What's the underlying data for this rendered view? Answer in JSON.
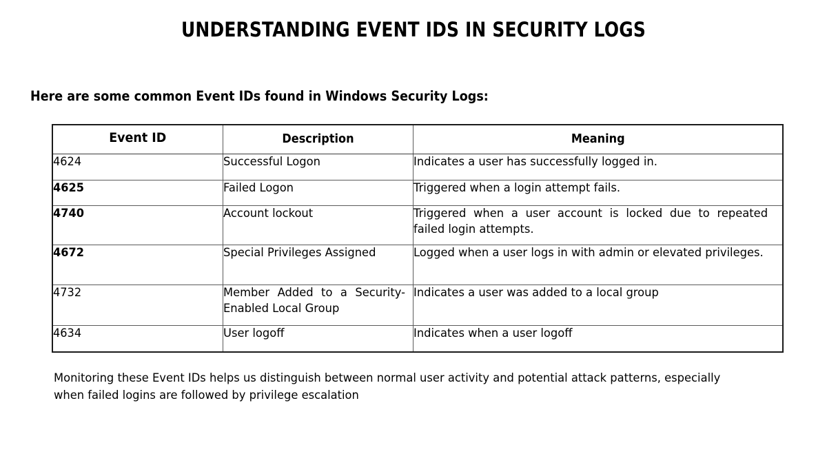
{
  "document": {
    "title": "UNDERSTANDING EVENT IDS IN SECURITY LOGS",
    "lead_in": "Here are some common Event IDs found in Windows Security Logs:",
    "footer_note": "Monitoring these Event IDs helps us distinguish between normal user activity and potential attack patterns, especially when failed logins are followed by privilege escalation"
  },
  "table": {
    "headers": {
      "event_id": "Event ID",
      "description": "Description",
      "meaning": "Meaning"
    },
    "rows": [
      {
        "event_id": "4624",
        "event_id_bold": false,
        "description": "Successful Logon",
        "meaning": "Indicates a user has successfully logged in."
      },
      {
        "event_id": "4625",
        "event_id_bold": true,
        "description": "Failed Logon",
        "meaning": "Triggered when a login attempt fails."
      },
      {
        "event_id": "4740",
        "event_id_bold": true,
        "description": "Account lockout",
        "meaning": "Triggered when a user account is locked due to repeated failed login attempts."
      },
      {
        "event_id": "4672",
        "event_id_bold": true,
        "description": "Special Privileges Assigned",
        "meaning": "Logged when a user logs in with admin or elevated privileges."
      },
      {
        "event_id": "4732",
        "event_id_bold": false,
        "description": "Member Added to a Security-Enabled Local Group",
        "meaning": "Indicates a user was added to a local group"
      },
      {
        "event_id": "4634",
        "event_id_bold": false,
        "description": "User logoff",
        "meaning": "Indicates when a user logoff"
      }
    ]
  },
  "colors": {
    "page_background": "#ffffff",
    "text": "#000000",
    "table_outer_border": "#1a1a1a",
    "table_inner_border": "#5a5a5a"
  }
}
